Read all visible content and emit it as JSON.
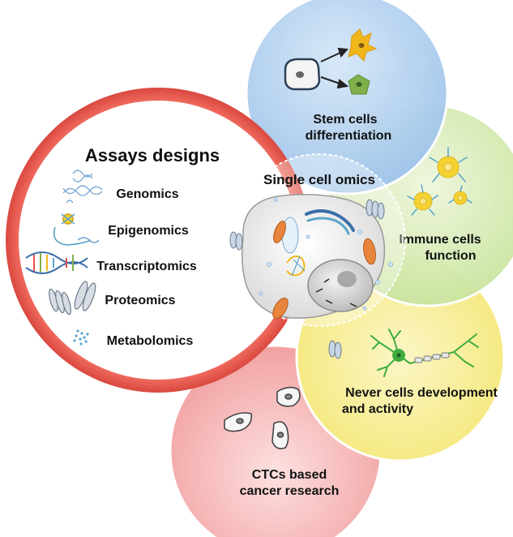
{
  "assays": {
    "title": "Assays designs",
    "items": [
      "Genomics",
      "Epigenomics",
      "Transcriptomics",
      "Proteomics",
      "Metabolomics"
    ]
  },
  "center": {
    "title": "Single cell omics"
  },
  "applications": {
    "stem": [
      "Stem cells",
      "differentiation"
    ],
    "immune": [
      "Immune cells",
      "function"
    ],
    "nerve": [
      "Never cells development",
      "and activity"
    ],
    "ctc": [
      "CTCs based",
      "cancer research"
    ]
  },
  "colors": {
    "assays_ring": "#e8534a",
    "stem_circle": "#a9cbee",
    "immune_circle": "#cfe7a8",
    "nerve_circle": "#f6ec86",
    "ctc_circle": "#f3a2a2",
    "cell_body": "#f2f2f2",
    "nucleus": "#d9d9d9",
    "mitochondria": "#e8853c",
    "neuron": "#3fae3f",
    "stem_differentiated_a": "#f2b61d",
    "stem_differentiated_b": "#7fb04a"
  },
  "icons": [
    "dna-helix-icon",
    "chromatin-icon",
    "rna-dna-icon",
    "protein-icon",
    "metabolite-icon",
    "stem-cell-icon",
    "arrow-icon",
    "immune-cell-icon",
    "neuron-icon",
    "tumor-cell-icon",
    "cell-icon"
  ]
}
